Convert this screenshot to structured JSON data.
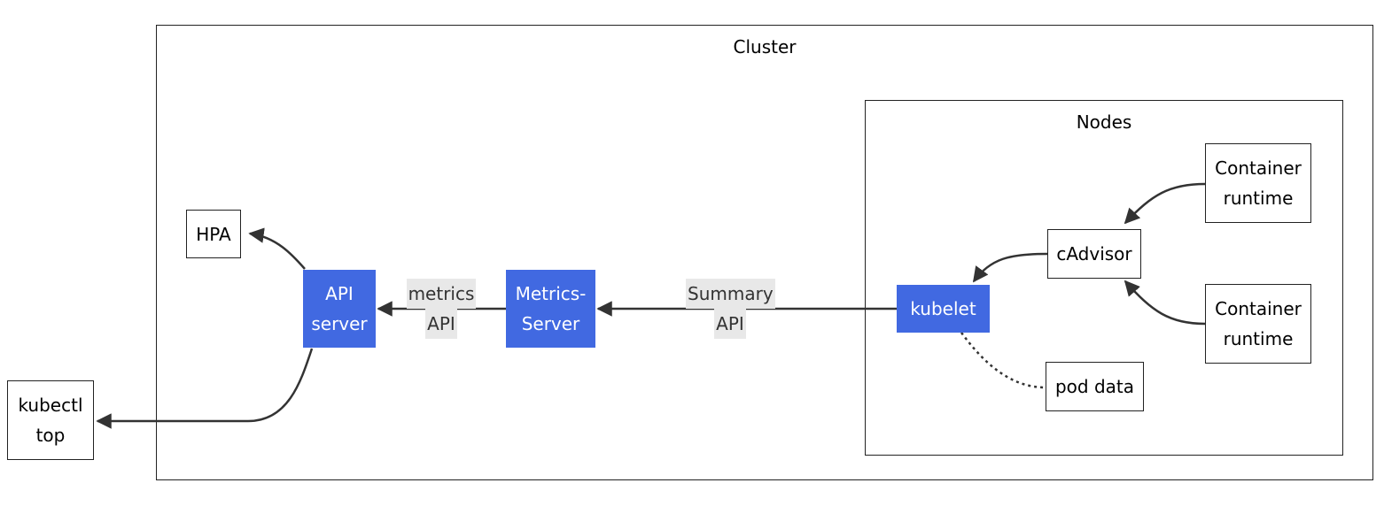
{
  "clusters": {
    "outer": {
      "title": "Cluster"
    },
    "nodes": {
      "title": "Nodes"
    }
  },
  "nodes": {
    "hpa": {
      "lines": [
        "HPA"
      ]
    },
    "api_server": {
      "lines": [
        "API",
        "server"
      ]
    },
    "kubectl_top": {
      "lines": [
        "kubectl",
        "top"
      ]
    },
    "metrics_server": {
      "lines": [
        "Metrics-",
        "Server"
      ]
    },
    "kubelet": {
      "lines": [
        "kubelet"
      ]
    },
    "cadvisor": {
      "lines": [
        "cAdvisor"
      ]
    },
    "container_runtime_1": {
      "lines": [
        "Container",
        "runtime"
      ]
    },
    "container_runtime_2": {
      "lines": [
        "Container",
        "runtime"
      ]
    },
    "pod_data": {
      "lines": [
        "pod data"
      ]
    }
  },
  "edge_labels": {
    "metrics_api": {
      "lines": [
        "metrics",
        "API"
      ]
    },
    "summary_api": {
      "lines": [
        "Summary",
        "API"
      ]
    }
  },
  "colors": {
    "accent_node": "#4169e1",
    "edge": "#333333",
    "label_bg": "#e8e8e8"
  }
}
